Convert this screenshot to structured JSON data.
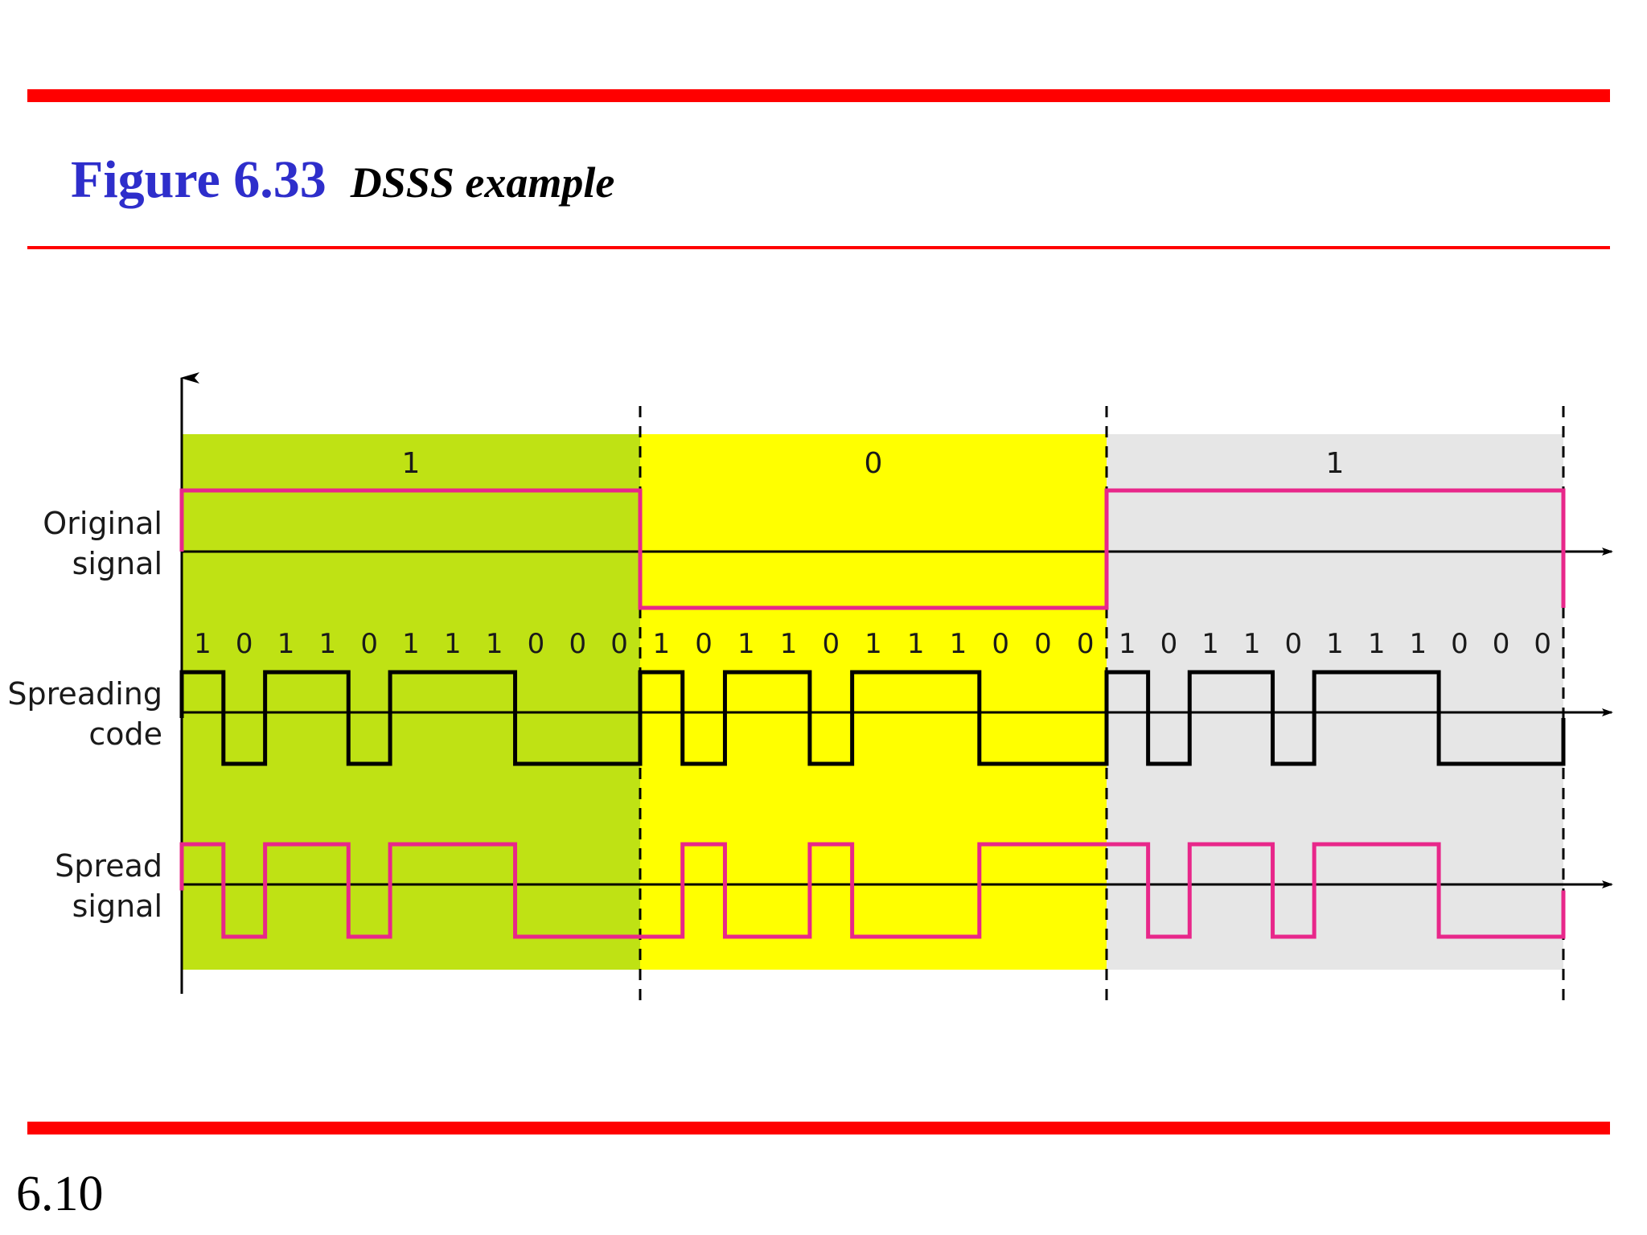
{
  "figure": {
    "number": "Figure 6.33",
    "caption": "DSSS example"
  },
  "page_number": "6.10",
  "row_labels": {
    "original": [
      "Original",
      "signal"
    ],
    "spreading": [
      "Spreading",
      "code"
    ],
    "spread": [
      "Spread",
      "signal"
    ]
  },
  "data_bits": [
    "1",
    "0",
    "1"
  ],
  "spreading_code": [
    "1",
    "0",
    "1",
    "1",
    "0",
    "1",
    "1",
    "1",
    "0",
    "0",
    "0"
  ],
  "colors": {
    "rule": "#ff0000",
    "figure_number": "#2e2ecb",
    "bit_backgrounds": [
      "#bfe214",
      "#ffff00",
      "#e6e6e6"
    ],
    "original_signal": "#e8278a",
    "spreading_code": "#000000",
    "spread_signal": "#e8278a"
  }
}
